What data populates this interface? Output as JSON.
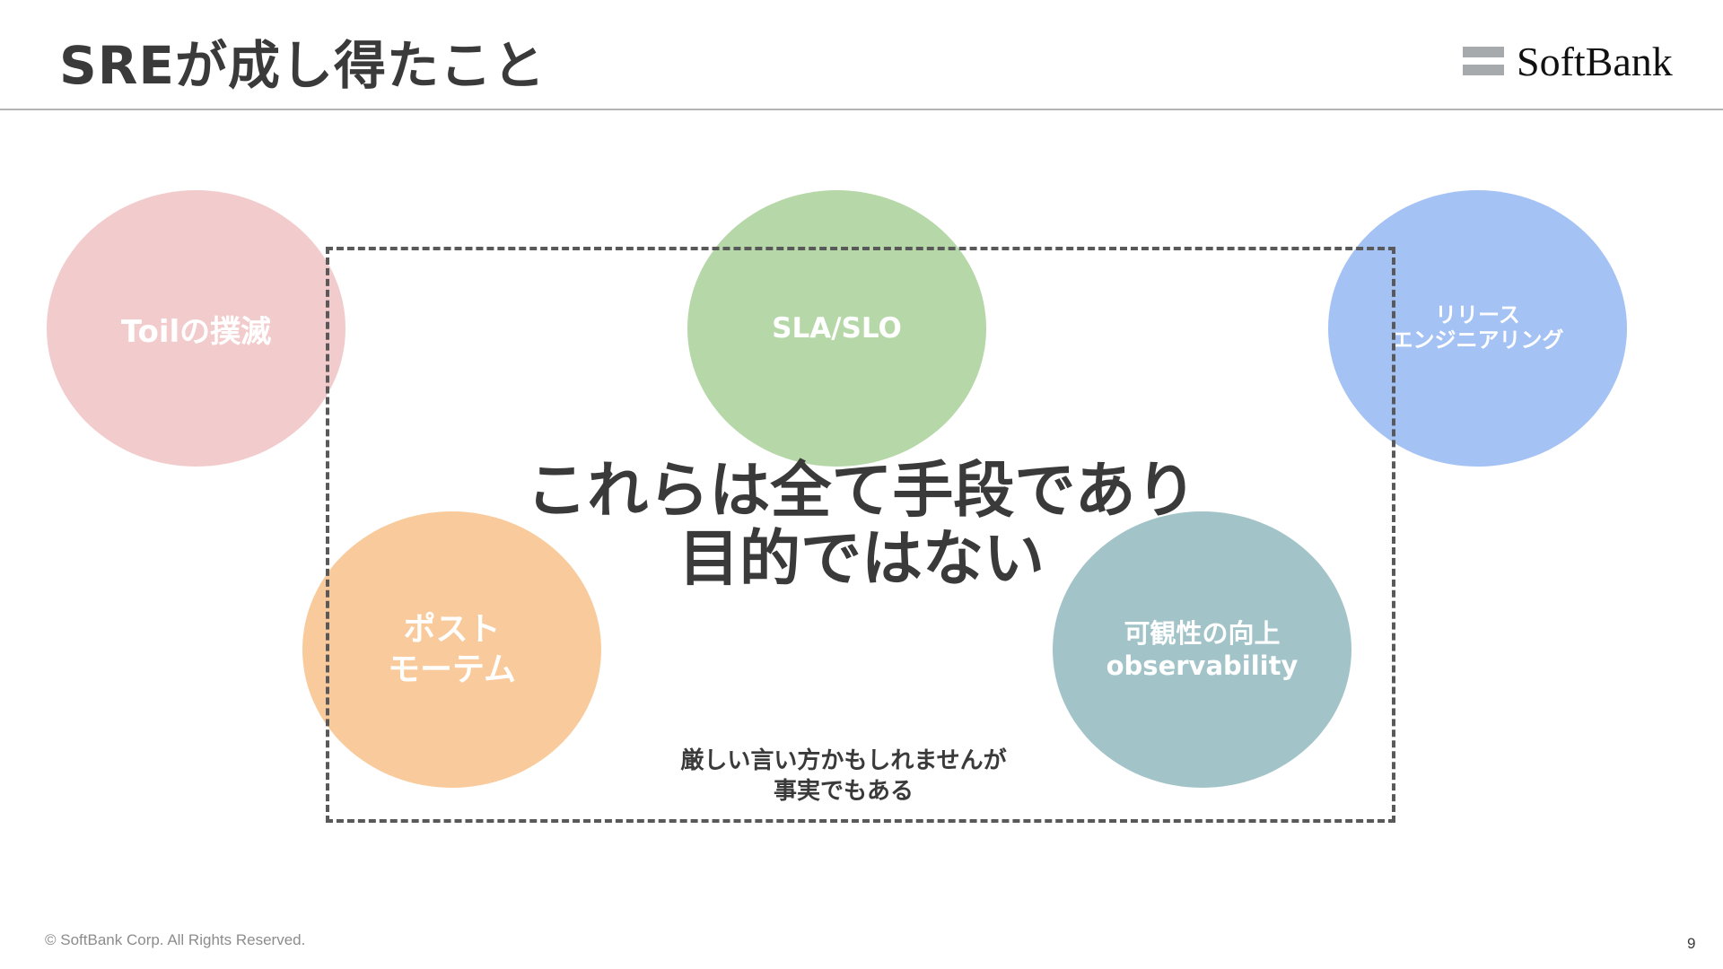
{
  "slide": {
    "title": "SREが成し得たこと",
    "logo_text": "SoftBank",
    "page_number": "9",
    "copyright": "© SoftBank Corp. All Rights Reserved."
  },
  "circles": [
    {
      "label": "Toilの撲滅",
      "color": "#f2cccc"
    },
    {
      "label": "SLA/SLO",
      "color": "#b6d7a8"
    },
    {
      "label": "リリース\nエンジニアリング",
      "color": "#a4c2f4"
    },
    {
      "label": "ポスト\nモーテム",
      "color": "#f9cb9c"
    },
    {
      "label": "可観性の向上\nobservability",
      "color": "#a2c4c9"
    }
  ],
  "message": {
    "main": "これらは全て手段であり\n目的ではない",
    "sub": "厳しい言い方かもしれませんが\n事実でもある"
  },
  "colors": {
    "text": "#3a3a3a",
    "divider": "#b4b4b4",
    "dashed_border": "#595959",
    "logo_mark": "#a7aaad"
  }
}
